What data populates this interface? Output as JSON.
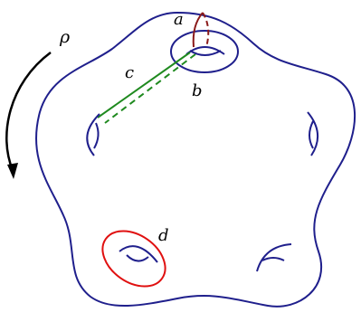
{
  "labels": {
    "a": "a",
    "b": "b",
    "c": "c",
    "d": "d",
    "rho": "ρ"
  },
  "colors": {
    "surface": "#1f1f8c",
    "curve_a": "#8b1a1a",
    "curve_c": "#1f8a1f",
    "curve_d": "#e01010",
    "arrow": "#000000"
  }
}
